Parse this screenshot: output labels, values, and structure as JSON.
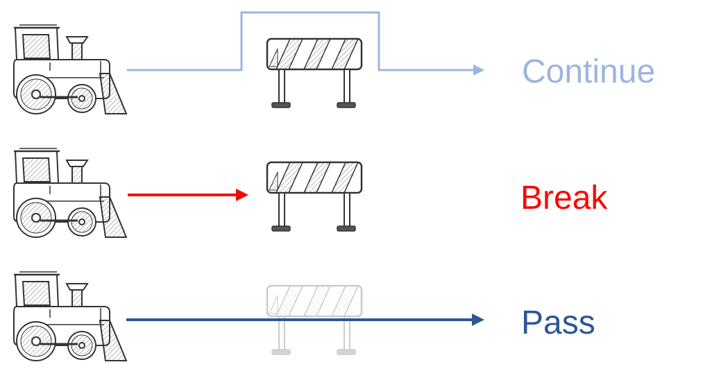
{
  "rows": [
    {
      "key": "continue",
      "label": "Continue",
      "color": "#9db5de",
      "barrier": "solid",
      "arrow": "detour-over-barrier"
    },
    {
      "key": "break",
      "label": "Break",
      "color": "#ff0000",
      "barrier": "solid",
      "arrow": "stops-at-barrier"
    },
    {
      "key": "pass",
      "label": "Pass",
      "color": "#2f5597",
      "barrier": "faded",
      "arrow": "passes-through-barrier"
    }
  ],
  "icons": {
    "vehicle": "toy-train-icon",
    "obstacle": "road-barrier-icon"
  }
}
